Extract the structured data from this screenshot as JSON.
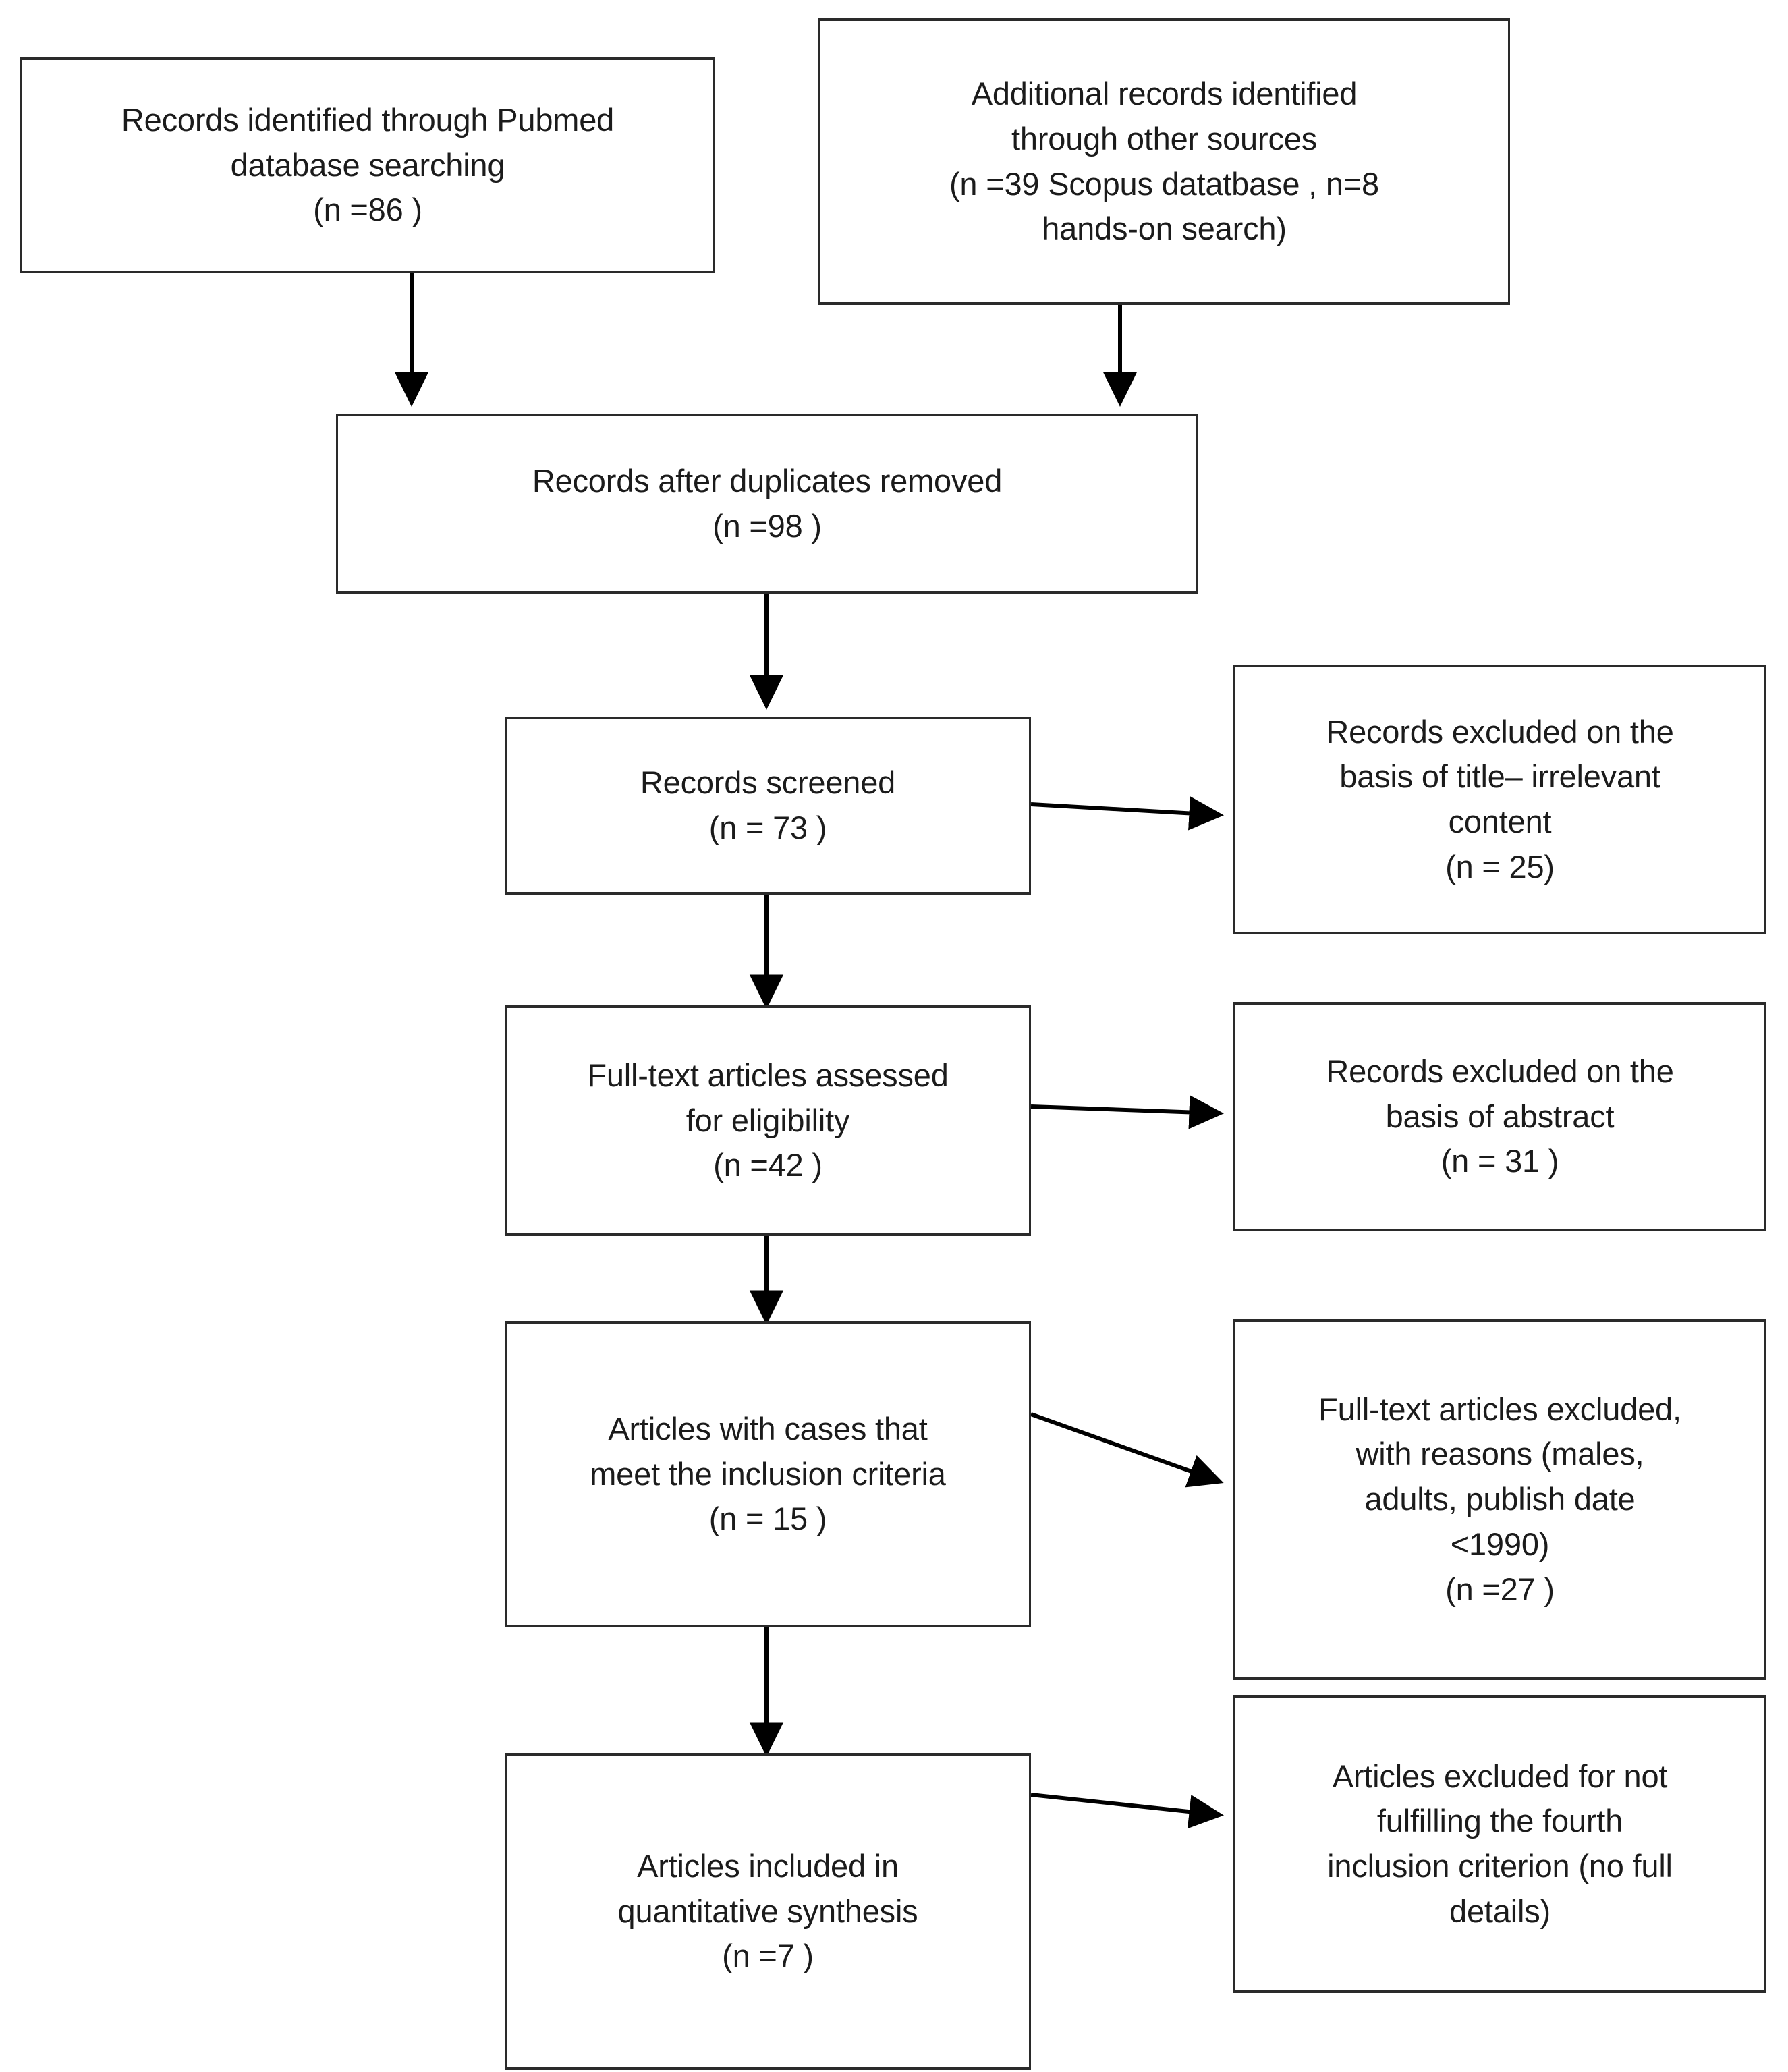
{
  "diagram": {
    "type": "prisma-flow-diagram",
    "title": "PRISMA study selection flow diagram",
    "boxes": [
      {
        "id": "pubmed-records",
        "text": "Records identified through Pubmed\ndatabase searching\n(n =86 )",
        "stage": "identification",
        "n": 86
      },
      {
        "id": "other-sources-records",
        "text": "Additional records identified\nthrough other sources\n(n =39  Scopus datatbase  , n=8\nhands-on search)",
        "stage": "identification",
        "n_scopus": 39,
        "n_hands_on": 8
      },
      {
        "id": "duplicates-removed",
        "text": "Records after duplicates removed\n(n =98 )",
        "stage": "identification",
        "n": 98
      },
      {
        "id": "records-screened",
        "text": "Records screened\n(n = 73 )",
        "stage": "screening",
        "n": 73
      },
      {
        "id": "excluded-title",
        "text": "Records excluded on the\nbasis of title– irrelevant\ncontent\n(n = 25)",
        "stage": "screening",
        "n": 25
      },
      {
        "id": "fulltext-assessed",
        "text": "Full-text articles assessed\nfor eligibility\n(n =42 )",
        "stage": "eligibility",
        "n": 42
      },
      {
        "id": "excluded-abstract",
        "text": "Records excluded on the\nbasis of abstract\n(n = 31 )",
        "stage": "eligibility",
        "n": 31
      },
      {
        "id": "articles-inclusion-criteria",
        "text": "Articles with cases that\nmeet the inclusion criteria\n(n =  15 )",
        "stage": "eligibility",
        "n": 15
      },
      {
        "id": "excluded-fulltext-reasons",
        "text": "Full-text articles excluded,\nwith reasons (males,\nadults, publish date\n<1990)\n(n =27 )",
        "stage": "eligibility",
        "n": 27
      },
      {
        "id": "articles-included",
        "text": "Articles included in\nquantitative synthesis\n(n =7 )",
        "stage": "included",
        "n": 7
      },
      {
        "id": "excluded-fourth-criterion",
        "text": "Articles excluded for not\nfulfilling the fourth\ninclusion criterion (no full\ndetails)",
        "stage": "included",
        "n": null
      }
    ],
    "connectors": [
      {
        "id": "pubmed-to-duplicates",
        "from": "pubmed-records",
        "to": "duplicates-removed",
        "direction": "down"
      },
      {
        "id": "other-to-duplicates",
        "from": "other-sources-records",
        "to": "duplicates-removed",
        "direction": "down"
      },
      {
        "id": "duplicates-to-screened",
        "from": "duplicates-removed",
        "to": "records-screened",
        "direction": "down"
      },
      {
        "id": "screened-to-excluded-title",
        "from": "records-screened",
        "to": "excluded-title",
        "direction": "right"
      },
      {
        "id": "screened-to-fulltext",
        "from": "records-screened",
        "to": "fulltext-assessed",
        "direction": "down"
      },
      {
        "id": "fulltext-to-excluded-abs",
        "from": "fulltext-assessed",
        "to": "excluded-abstract",
        "direction": "right"
      },
      {
        "id": "fulltext-to-criteria",
        "from": "fulltext-assessed",
        "to": "articles-inclusion-criteria",
        "direction": "down"
      },
      {
        "id": "criteria-to-excluded-reasons",
        "from": "articles-inclusion-criteria",
        "to": "excluded-fulltext-reasons",
        "direction": "right"
      },
      {
        "id": "criteria-to-included",
        "from": "articles-inclusion-criteria",
        "to": "articles-included",
        "direction": "down"
      },
      {
        "id": "included-to-excluded-fourth",
        "from": "articles-included",
        "to": "excluded-fourth-criterion",
        "direction": "right"
      }
    ],
    "colors": {
      "box_border": "#2a2a2a",
      "box_fill": "#ffffff",
      "text": "#1b1b1b",
      "connector": "#000000",
      "background": "#ffffff"
    }
  }
}
